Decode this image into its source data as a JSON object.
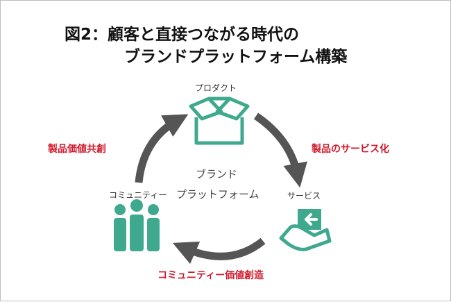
{
  "title": {
    "line1": "図2：顧客と直接つながる時代の",
    "line2": "ブランドプラットフォーム構築"
  },
  "center": {
    "line1": "ブランド",
    "line2": "プラットフォーム"
  },
  "nodes": {
    "product": "プロダクト",
    "service": "サービス",
    "community": "コミュニティー"
  },
  "arrows": {
    "product_to_service": "製品のサービス化",
    "service_to_community": "コミュニティー価値創造",
    "community_to_product": "製品価値共創"
  },
  "colors": {
    "icon": "#3fa98e",
    "arrow": "#555555",
    "red_label": "#cf1a2c"
  }
}
